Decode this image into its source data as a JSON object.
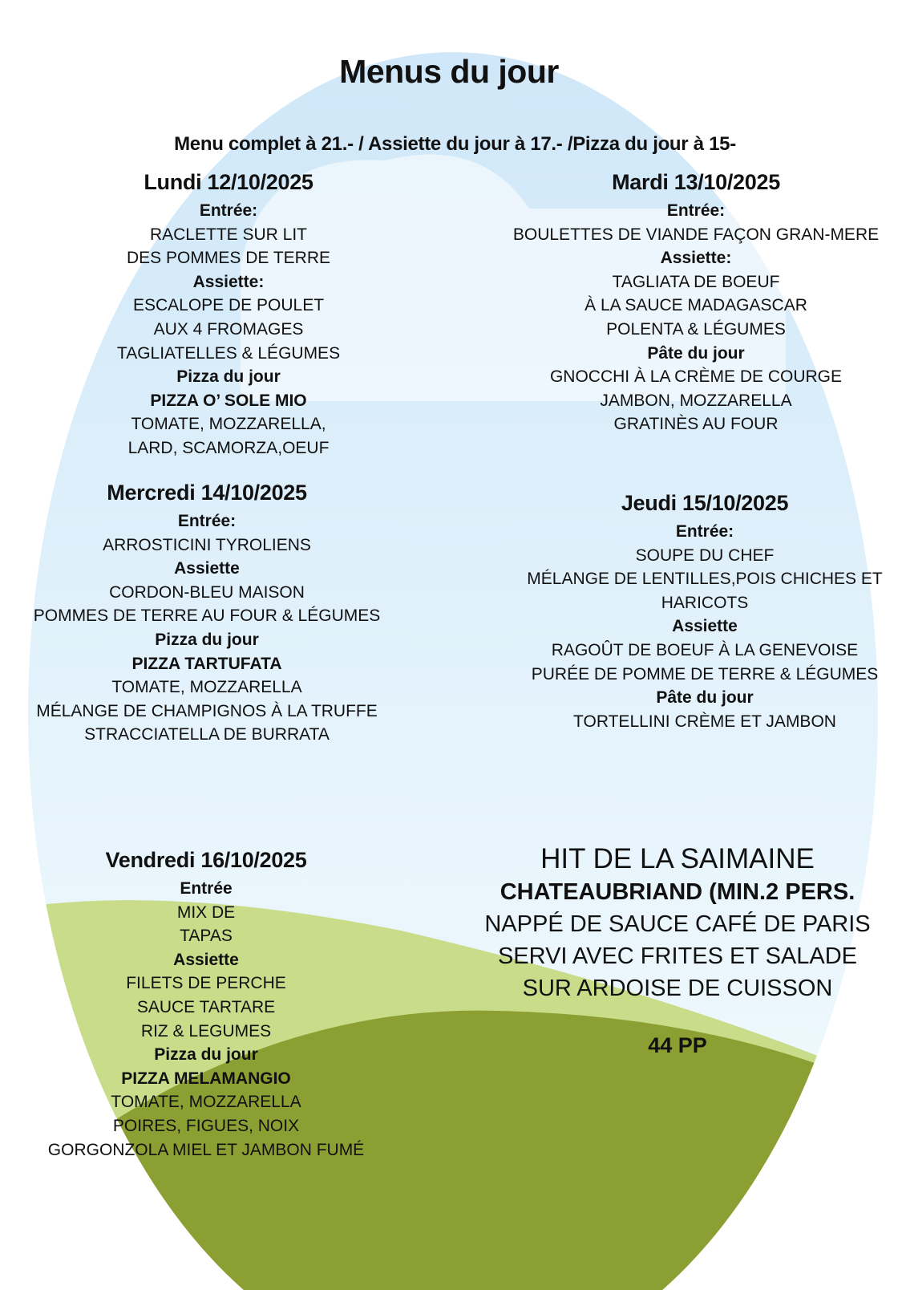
{
  "title": "Menus du jour",
  "subtitle": "Menu complet à 21.- / Assiette du jour à 17.- /Pizza du jour à 15-",
  "colors": {
    "sky_top": "#cfe7f8",
    "sky_bottom": "#eef8fd",
    "light_green": "#c9dc8a",
    "dark_green": "#8c9f32"
  },
  "days": [
    {
      "title": "Lundi 12/10/2025",
      "lines": [
        {
          "t": "Entrée:",
          "b": true
        },
        {
          "t": "RACLETTE SUR LIT"
        },
        {
          "t": "DES POMMES DE TERRE"
        },
        {
          "t": "Assiette:",
          "b": true
        },
        {
          "t": "ESCALOPE DE POULET"
        },
        {
          "t": "AUX 4 FROMAGES"
        },
        {
          "t": "TAGLIATELLES  & LÉGUMES"
        },
        {
          "t": "Pizza du jour",
          "b": true
        },
        {
          "t": "PIZZA O’ SOLE MIO",
          "b": true
        },
        {
          "t": "TOMATE, MOZZARELLA,"
        },
        {
          "t": "LARD, SCAMORZA,OEUF"
        }
      ]
    },
    {
      "title": "Mardi 13/10/2025",
      "lines": [
        {
          "t": "Entrée:",
          "b": true
        },
        {
          "t": "BOULETTES DE VIANDE FAÇON GRAN-MERE"
        },
        {
          "t": "Assiette:",
          "b": true
        },
        {
          "t": "TAGLIATA DE BOEUF"
        },
        {
          "t": "À LA SAUCE MADAGASCAR"
        },
        {
          "t": "POLENTA & LÉGUMES"
        },
        {
          "t": "Pâte du jour",
          "b": true
        },
        {
          "t": "GNOCCHI À LA CRÈME DE COURGE"
        },
        {
          "t": "JAMBON, MOZZARELLA"
        },
        {
          "t": "GRATINÈS AU FOUR"
        }
      ]
    },
    {
      "title": "Mercredi 14/10/2025",
      "lines": [
        {
          "t": "Entrée:",
          "b": true
        },
        {
          "t": "ARROSTICINI TYROLIENS"
        },
        {
          "t": "Assiette",
          "b": true
        },
        {
          "t": "CORDON-BLEU MAISON"
        },
        {
          "t": "POMMES DE TERRE AU FOUR & LÉGUMES"
        },
        {
          "t": "Pizza du jour",
          "b": true
        },
        {
          "t": "PIZZA TARTUFATA",
          "b": true
        },
        {
          "t": "TOMATE, MOZZARELLA"
        },
        {
          "t": "MÉLANGE DE  CHAMPIGNOS À LA  TRUFFE"
        },
        {
          "t": "STRACCIATELLA DE BURRATA"
        }
      ]
    },
    {
      "title": "Jeudi 15/10/2025",
      "lines": [
        {
          "t": "Entrée:",
          "b": true
        },
        {
          "t": "SOUPE DU CHEF"
        },
        {
          "t": "MÉLANGE DE LENTILLES,POIS CHICHES ET"
        },
        {
          "t": "HARICOTS"
        },
        {
          "t": "Assiette",
          "b": true
        },
        {
          "t": "RAGOÛT DE BOEUF À LA GENEVOISE"
        },
        {
          "t": "PURÉE DE POMME DE TERRE & LÉGUMES"
        },
        {
          "t": "Pâte du jour",
          "b": true
        },
        {
          "t": "TORTELLINI CRÈME ET JAMBON"
        }
      ]
    },
    {
      "title": "Vendredi 16/10/2025",
      "lines": [
        {
          "t": "Entrée",
          "b": true
        },
        {
          "t": "MIX DE"
        },
        {
          "t": "TAPAS"
        },
        {
          "t": "Assiette",
          "b": true
        },
        {
          "t": "FILETS DE PERCHE"
        },
        {
          "t": "SAUCE TARTARE"
        },
        {
          "t": "RIZ & LEGUMES"
        },
        {
          "t": "Pizza du jour",
          "b": true
        },
        {
          "t": "PIZZA MELAMANGIO",
          "b": true
        },
        {
          "t": "TOMATE, MOZZARELLA"
        },
        {
          "t": "POIRES, FIGUES, NOIX"
        },
        {
          "t": "GORGONZOLA MIEL ET JAMBON FUMÉ"
        }
      ]
    }
  ],
  "hit": {
    "heading": "HIT DE LA SAIMAINE",
    "dish": "CHATEAUBRIAND (MIN.2 PERS.",
    "lines": [
      "NAPPÉ DE SAUCE CAFÉ DE PARIS",
      "SERVI AVEC FRITES ET SALADE",
      "SUR ARDOISE DE CUISSON"
    ],
    "price": "44 PP"
  }
}
